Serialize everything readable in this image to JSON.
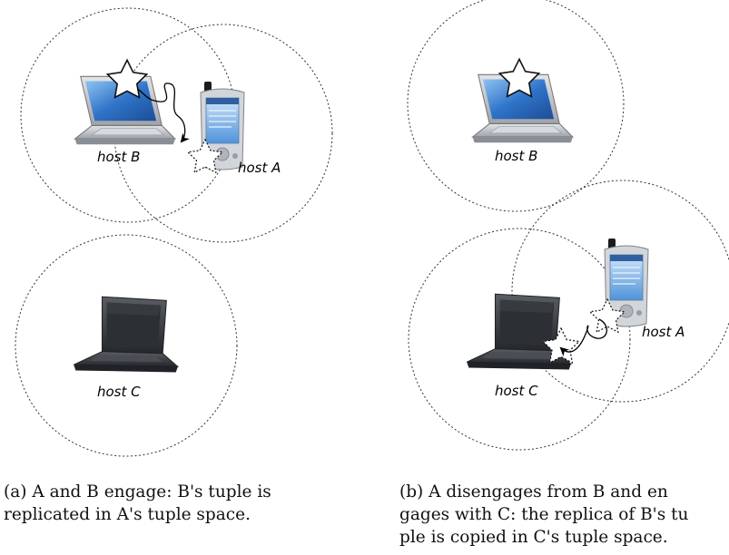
{
  "panel_a": {
    "hosts": {
      "host_b": "host B",
      "host_a": "host A",
      "host_c": "host C"
    },
    "caption": {
      "label": "(a)",
      "line1": "(a) A and B engage: B's tuple is",
      "line2": "replicated in A's tuple space."
    }
  },
  "panel_b": {
    "hosts": {
      "host_b": "host B",
      "host_a": "host A",
      "host_c": "host C"
    },
    "caption": {
      "line1": "(b) A disengages from B and en",
      "line2": "gages with C: the replica of B's tu",
      "line3": "ple is copied in C's tuple space."
    }
  },
  "colors": {
    "range_circle": "#333333",
    "laptop_silver": "#b8bcc2",
    "laptop_dark": "#3a3d42",
    "screen_blue": "#2f74c8",
    "pda_body": "#c9ccd1",
    "star_fill": "#ffffff"
  }
}
